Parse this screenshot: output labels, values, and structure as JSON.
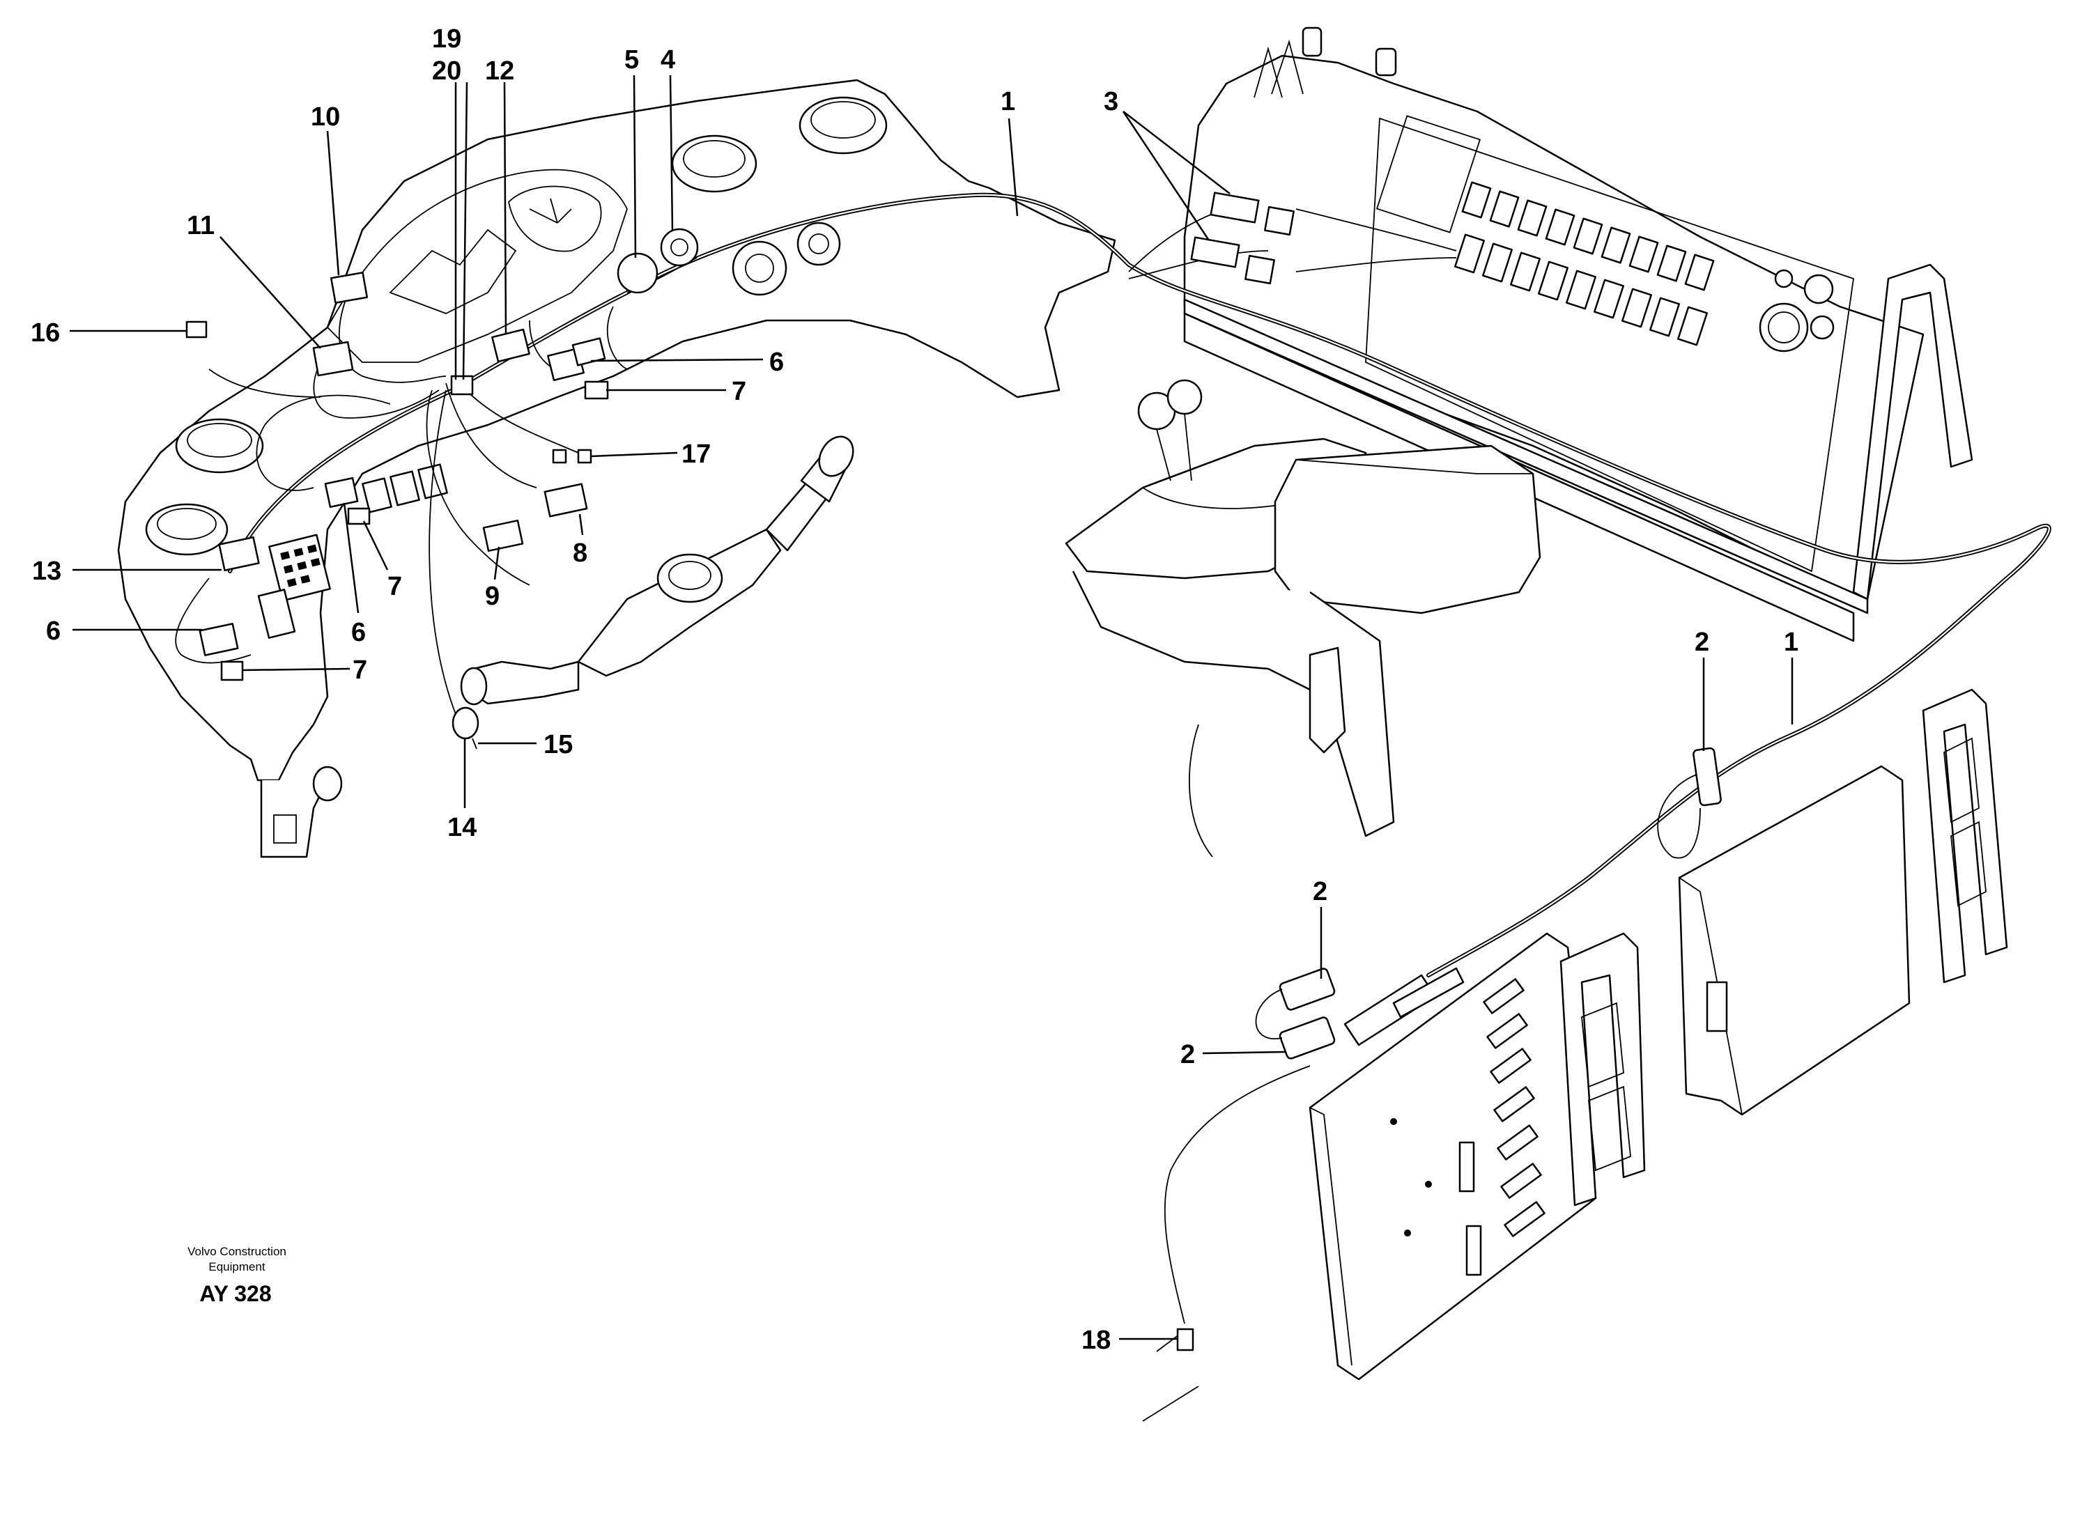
{
  "callouts": [
    {
      "id": "c19",
      "label": "19"
    },
    {
      "id": "c20",
      "label": "20"
    },
    {
      "id": "c12",
      "label": "12"
    },
    {
      "id": "c5",
      "label": "5"
    },
    {
      "id": "c4",
      "label": "4"
    },
    {
      "id": "c1a",
      "label": "1"
    },
    {
      "id": "c3",
      "label": "3"
    },
    {
      "id": "c10",
      "label": "10"
    },
    {
      "id": "c11",
      "label": "11"
    },
    {
      "id": "c16",
      "label": "16"
    },
    {
      "id": "c6a",
      "label": "6"
    },
    {
      "id": "c7a",
      "label": "7"
    },
    {
      "id": "c17",
      "label": "17"
    },
    {
      "id": "c8",
      "label": "8"
    },
    {
      "id": "c9",
      "label": "9"
    },
    {
      "id": "c13",
      "label": "13"
    },
    {
      "id": "c7b",
      "label": "7"
    },
    {
      "id": "c6b",
      "label": "6"
    },
    {
      "id": "c6c",
      "label": "6"
    },
    {
      "id": "c7c",
      "label": "7"
    },
    {
      "id": "c15",
      "label": "15"
    },
    {
      "id": "c14",
      "label": "14"
    },
    {
      "id": "c2a",
      "label": "2"
    },
    {
      "id": "c1b",
      "label": "1"
    },
    {
      "id": "c2b",
      "label": "2"
    },
    {
      "id": "c2c",
      "label": "2"
    },
    {
      "id": "c18",
      "label": "18"
    }
  ],
  "credit": {
    "line1": "Volvo Construction",
    "line2": "Equipment",
    "code": "AY 328"
  }
}
